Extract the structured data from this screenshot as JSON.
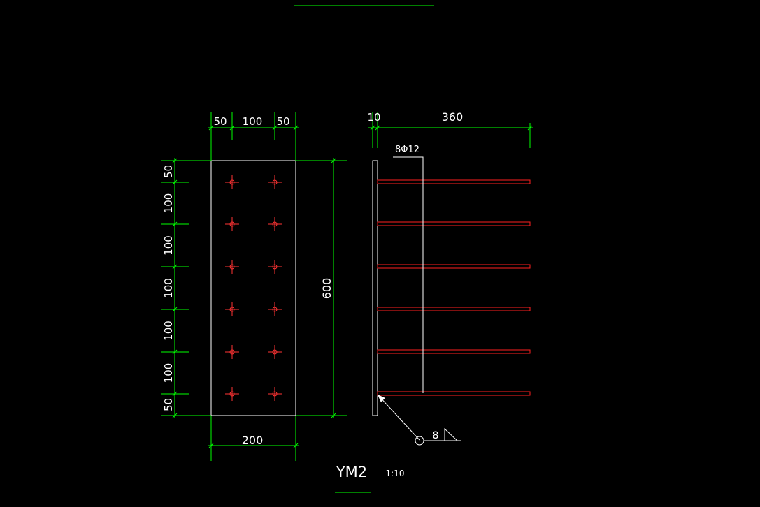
{
  "drawing": {
    "title": "YM2",
    "scale": "1:10",
    "colors": {
      "background": "#000000",
      "dimension": "#00ff00",
      "outline": "#ffffff",
      "rebar": "#ff2020",
      "hole_marker": "#ff3333"
    },
    "plan_view": {
      "top_dims": [
        "50",
        "100",
        "50"
      ],
      "bottom_dim": "200",
      "right_dim": "600",
      "left_dims": [
        "50",
        "100",
        "100",
        "100",
        "100",
        "100",
        "50"
      ],
      "hole_grid": {
        "rows": 6,
        "cols": 2
      }
    },
    "side_view": {
      "thickness_dim": "10",
      "length_dim": "360",
      "rebar_label": "8Φ12",
      "rebar_count": 6,
      "weld_size": "8"
    }
  }
}
